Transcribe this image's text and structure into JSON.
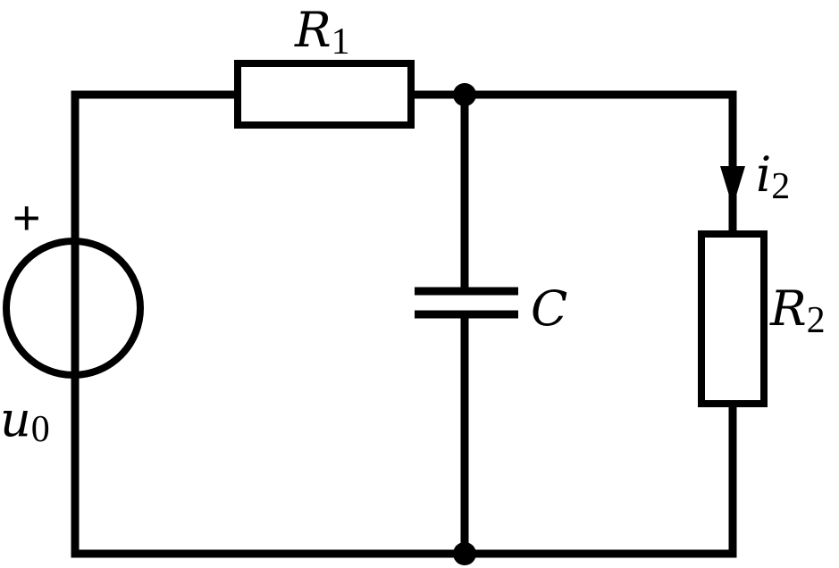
{
  "labels": {
    "r1": "R",
    "r1_sub": "1",
    "r2": "R",
    "r2_sub": "2",
    "c": "C",
    "i2": "i",
    "i2_sub": "2",
    "u0": "u",
    "u0_sub": "0",
    "plus": "+"
  },
  "colors": {
    "line": "#000000",
    "background": "#ffffff"
  }
}
